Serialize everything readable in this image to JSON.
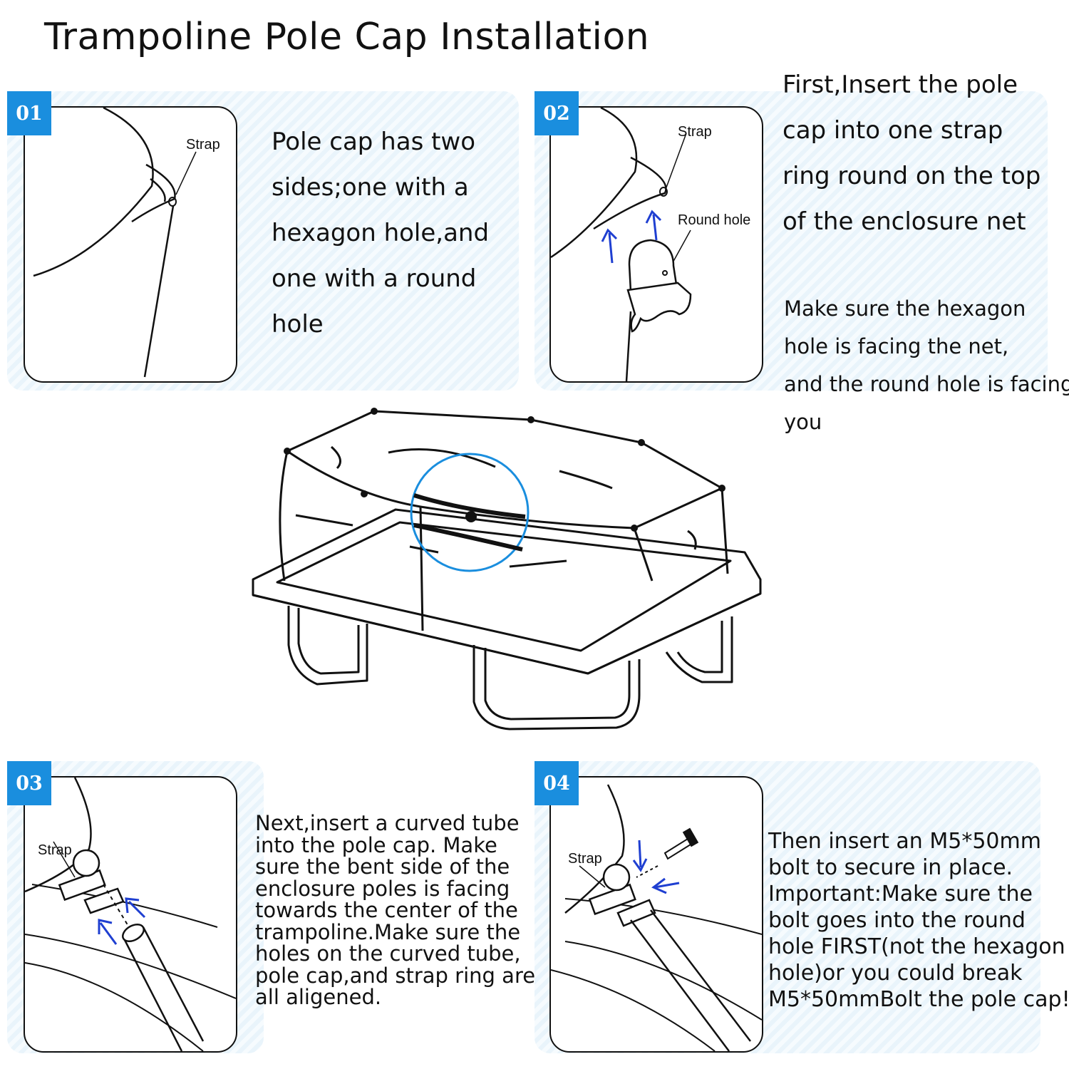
{
  "title": "Trampoline Pole Cap Installation",
  "steps": [
    {
      "badge": "01",
      "label_strap": "Strap",
      "lines": [
        "Pole cap has two",
        "sides;one with a",
        "hexagon hole,and",
        "one with a round",
        "hole"
      ]
    },
    {
      "badge": "02",
      "label_strap": "Strap",
      "label_round": "Round hole",
      "lines": [
        "First,Insert the pole",
        "cap into one strap",
        "ring  round on the top",
        "of the enclosure net"
      ],
      "note_lines": [
        "Make sure the hexagon",
        "hole is facing the net,",
        "and the round hole is facing",
        "you"
      ]
    },
    {
      "badge": "03",
      "label_strap": "Strap",
      "lines": [
        "Next,insert a curved tube",
        "into the pole cap. Make",
        "sure the bent side of the",
        "enclosure poles is facing",
        "towards the center of the",
        "trampoline.Make sure the",
        "holes on the curved tube,",
        "pole cap,and strap ring are",
        "all aligened."
      ]
    },
    {
      "badge": "04",
      "label_strap": "Strap",
      "lines": [
        "Then insert an M5*50mm",
        "bolt to secure in place.",
        "Important:Make sure the",
        "bolt goes into the round",
        "hole FIRST(not the hexagon",
        "hole)or you could break",
        "M5*50mmBolt the pole cap!"
      ]
    }
  ],
  "colors": {
    "accent": "#1a8ede",
    "arrow": "#1f3fd1",
    "band": "#e9f4fb"
  },
  "icons": [
    "trampoline-illustration",
    "magnifier-circle",
    "arrow-up-icon"
  ]
}
